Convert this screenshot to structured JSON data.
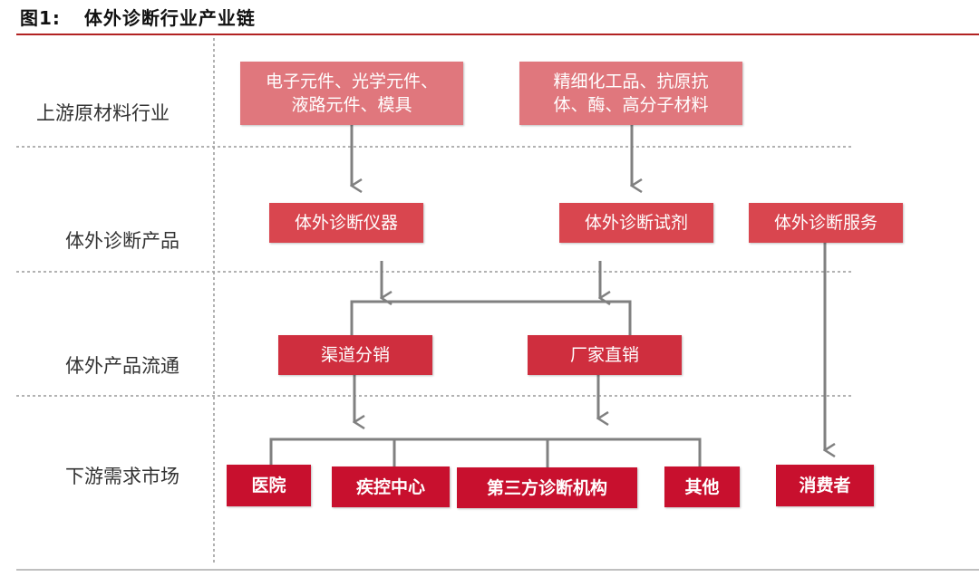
{
  "figure": {
    "label": "图1:",
    "title": "体外诊断行业产业链"
  },
  "rows": [
    "上游原材料行业",
    "体外诊断产品",
    "体外产品流通",
    "下游需求市场"
  ],
  "upstream": [
    {
      "line1": "电子元件、光学元件、",
      "line2": "液路元件、模具"
    },
    {
      "line1": "精细化工品、抗原抗",
      "line2": "体、酶、高分子材料"
    }
  ],
  "products": [
    "体外诊断仪器",
    "体外诊断试剂",
    "体外诊断服务"
  ],
  "distribution": [
    "渠道分销",
    "厂家直销"
  ],
  "downstream": [
    "医院",
    "疾控中心",
    "第三方诊断机构",
    "其他",
    "消费者"
  ],
  "colors": {
    "upstream": "#e0777d",
    "products": "#d9464f",
    "distribution": "#cf2e3e",
    "downstream": "#c8102e",
    "accent_line": "#b22222",
    "connector": "#808080"
  }
}
